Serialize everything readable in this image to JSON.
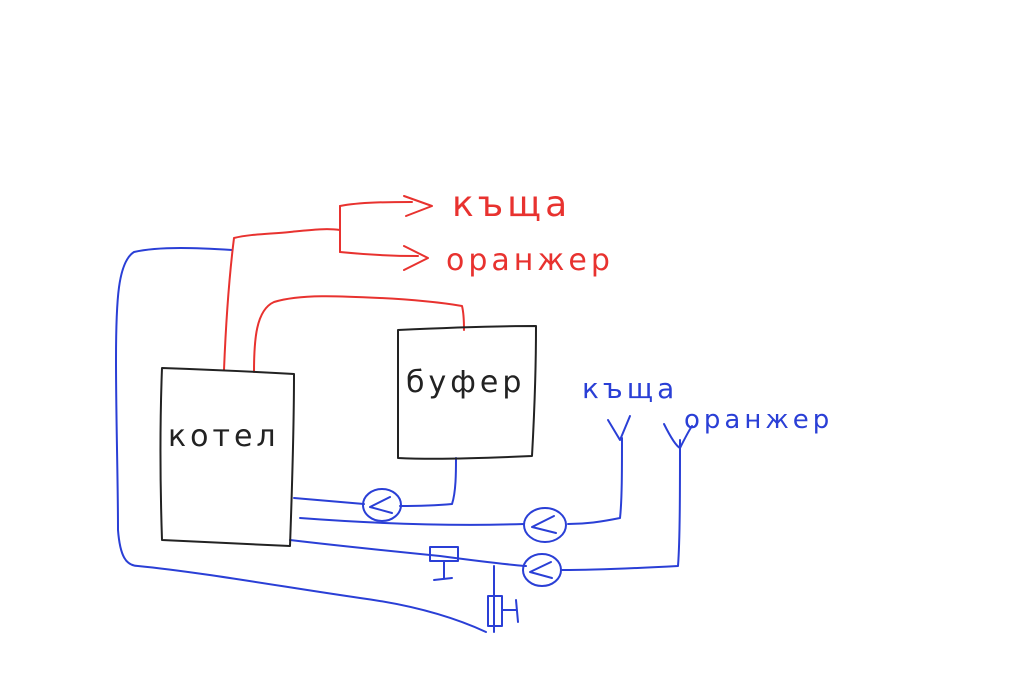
{
  "colors": {
    "red": "#e8322f",
    "blue": "#2a3fd6",
    "black": "#222222"
  },
  "labels": {
    "boiler": "котел",
    "buffer": "буфер",
    "house_red": "къща",
    "greenhouse_red": "оранжер",
    "house_blue": "къща",
    "greenhouse_blue": "оранжер"
  }
}
